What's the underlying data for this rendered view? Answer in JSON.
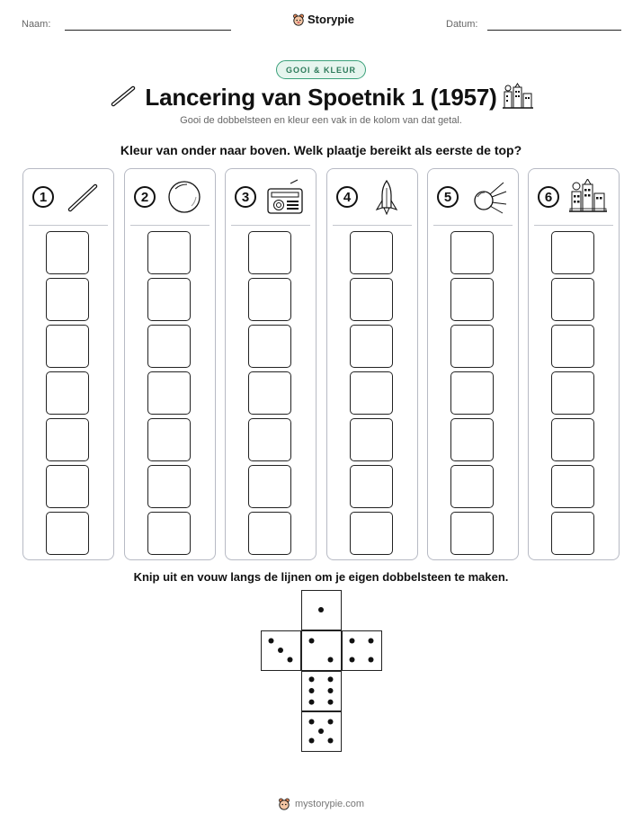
{
  "header": {
    "name_label": "Naam:",
    "brand": "Storypie",
    "date_label": "Datum:"
  },
  "badge": "GOOI & KLEUR",
  "title": "Lancering van Spoetnik 1 (1957)",
  "subtitle": "Gooi de dobbelsteen en kleur een vak in de kolom van dat getal.",
  "instruction": "Kleur van onder naar boven. Welk plaatje bereikt als eerste de top?",
  "columns": [
    {
      "number": "1",
      "icon": "antenna-rod-icon"
    },
    {
      "number": "2",
      "icon": "sphere-icon"
    },
    {
      "number": "3",
      "icon": "radio-icon"
    },
    {
      "number": "4",
      "icon": "rocket-icon"
    },
    {
      "number": "5",
      "icon": "sputnik-satellite-icon"
    },
    {
      "number": "6",
      "icon": "space-city-icon"
    }
  ],
  "cells_per_column": 7,
  "die_instruction": "Knip uit en vouw langs de lijnen om je eigen dobbelsteen te maken.",
  "die_faces": [
    1,
    3,
    2,
    4,
    6,
    5
  ],
  "footer": "mystorypie.com"
}
